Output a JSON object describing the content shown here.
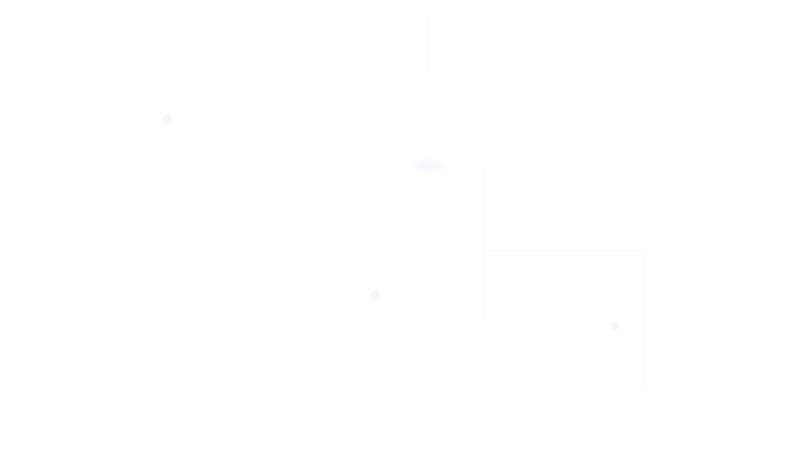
{
  "screen": {
    "background": "#ffffff",
    "state": "blank"
  },
  "elements": {
    "faint_marks": [
      {
        "kind": "vertical-line"
      },
      {
        "kind": "vertical-line"
      },
      {
        "kind": "vertical-line"
      },
      {
        "kind": "horizontal-line"
      },
      {
        "kind": "dot"
      },
      {
        "kind": "dot"
      },
      {
        "kind": "dot"
      },
      {
        "kind": "smudge"
      }
    ]
  }
}
